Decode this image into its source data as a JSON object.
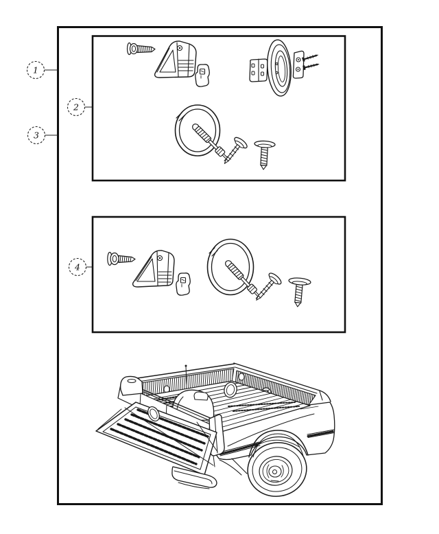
{
  "figure": {
    "type": "parts-diagram",
    "colors": {
      "line": "#1a1a1a",
      "background": "#ffffff"
    },
    "callouts": [
      {
        "label": "1"
      },
      {
        "label": "2"
      },
      {
        "label": "3"
      },
      {
        "label": "4"
      }
    ]
  }
}
